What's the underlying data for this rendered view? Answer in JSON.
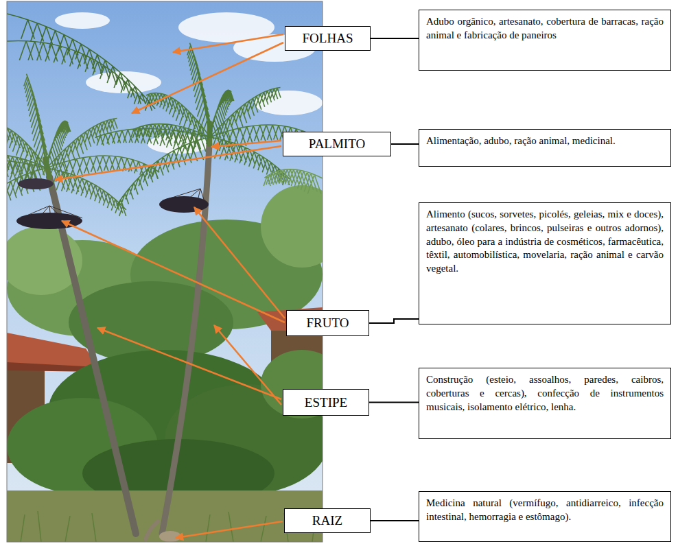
{
  "diagram": {
    "nodes": [
      {
        "text": [
          "FOLHAS"
        ]
      },
      {
        "text": [
          "Adubo orgânico, artesanato, cobertura de barracas, ração animal e fabricação de paneiros"
        ]
      },
      {
        "text": [
          "PALMITO"
        ]
      },
      {
        "text": [
          "Alimentação, adubo, ração animal, medicinal."
        ]
      },
      {
        "text": [
          "FRUTO"
        ]
      },
      {
        "text": [
          "Alimento (sucos, sorvetes, picolés, geleias, mix e doces), artesanato (colares, brincos, pulseiras e outros adornos), adubo, óleo para a indústria de cosméticos, farmacêutica, têxtil, automobilística, movelaria, ração animal e carvão vegetal."
        ]
      },
      {
        "text": [
          "ESTIPE"
        ]
      },
      {
        "text": [
          "Construção (esteio, assoalhos, paredes, caibros, coberturas e cercas), confecção de instrumentos musicais, isolamento elétrico, lenha."
        ]
      },
      {
        "text": [
          "RAIZ"
        ]
      },
      {
        "text": [
          "Medicina natural (vermífugo, antidiarreico, infecção intestinal, hemorragia e estômago)."
        ]
      }
    ],
    "edges": [
      {
        "from": 0,
        "to": 1,
        "arrow": "none"
      },
      {
        "from": 2,
        "to": 3,
        "arrow": "none"
      },
      {
        "from": 4,
        "to": 5,
        "arrow": "none"
      },
      {
        "from": 6,
        "to": 7,
        "arrow": "none"
      },
      {
        "from": 8,
        "to": 9,
        "arrow": "none"
      }
    ]
  }
}
